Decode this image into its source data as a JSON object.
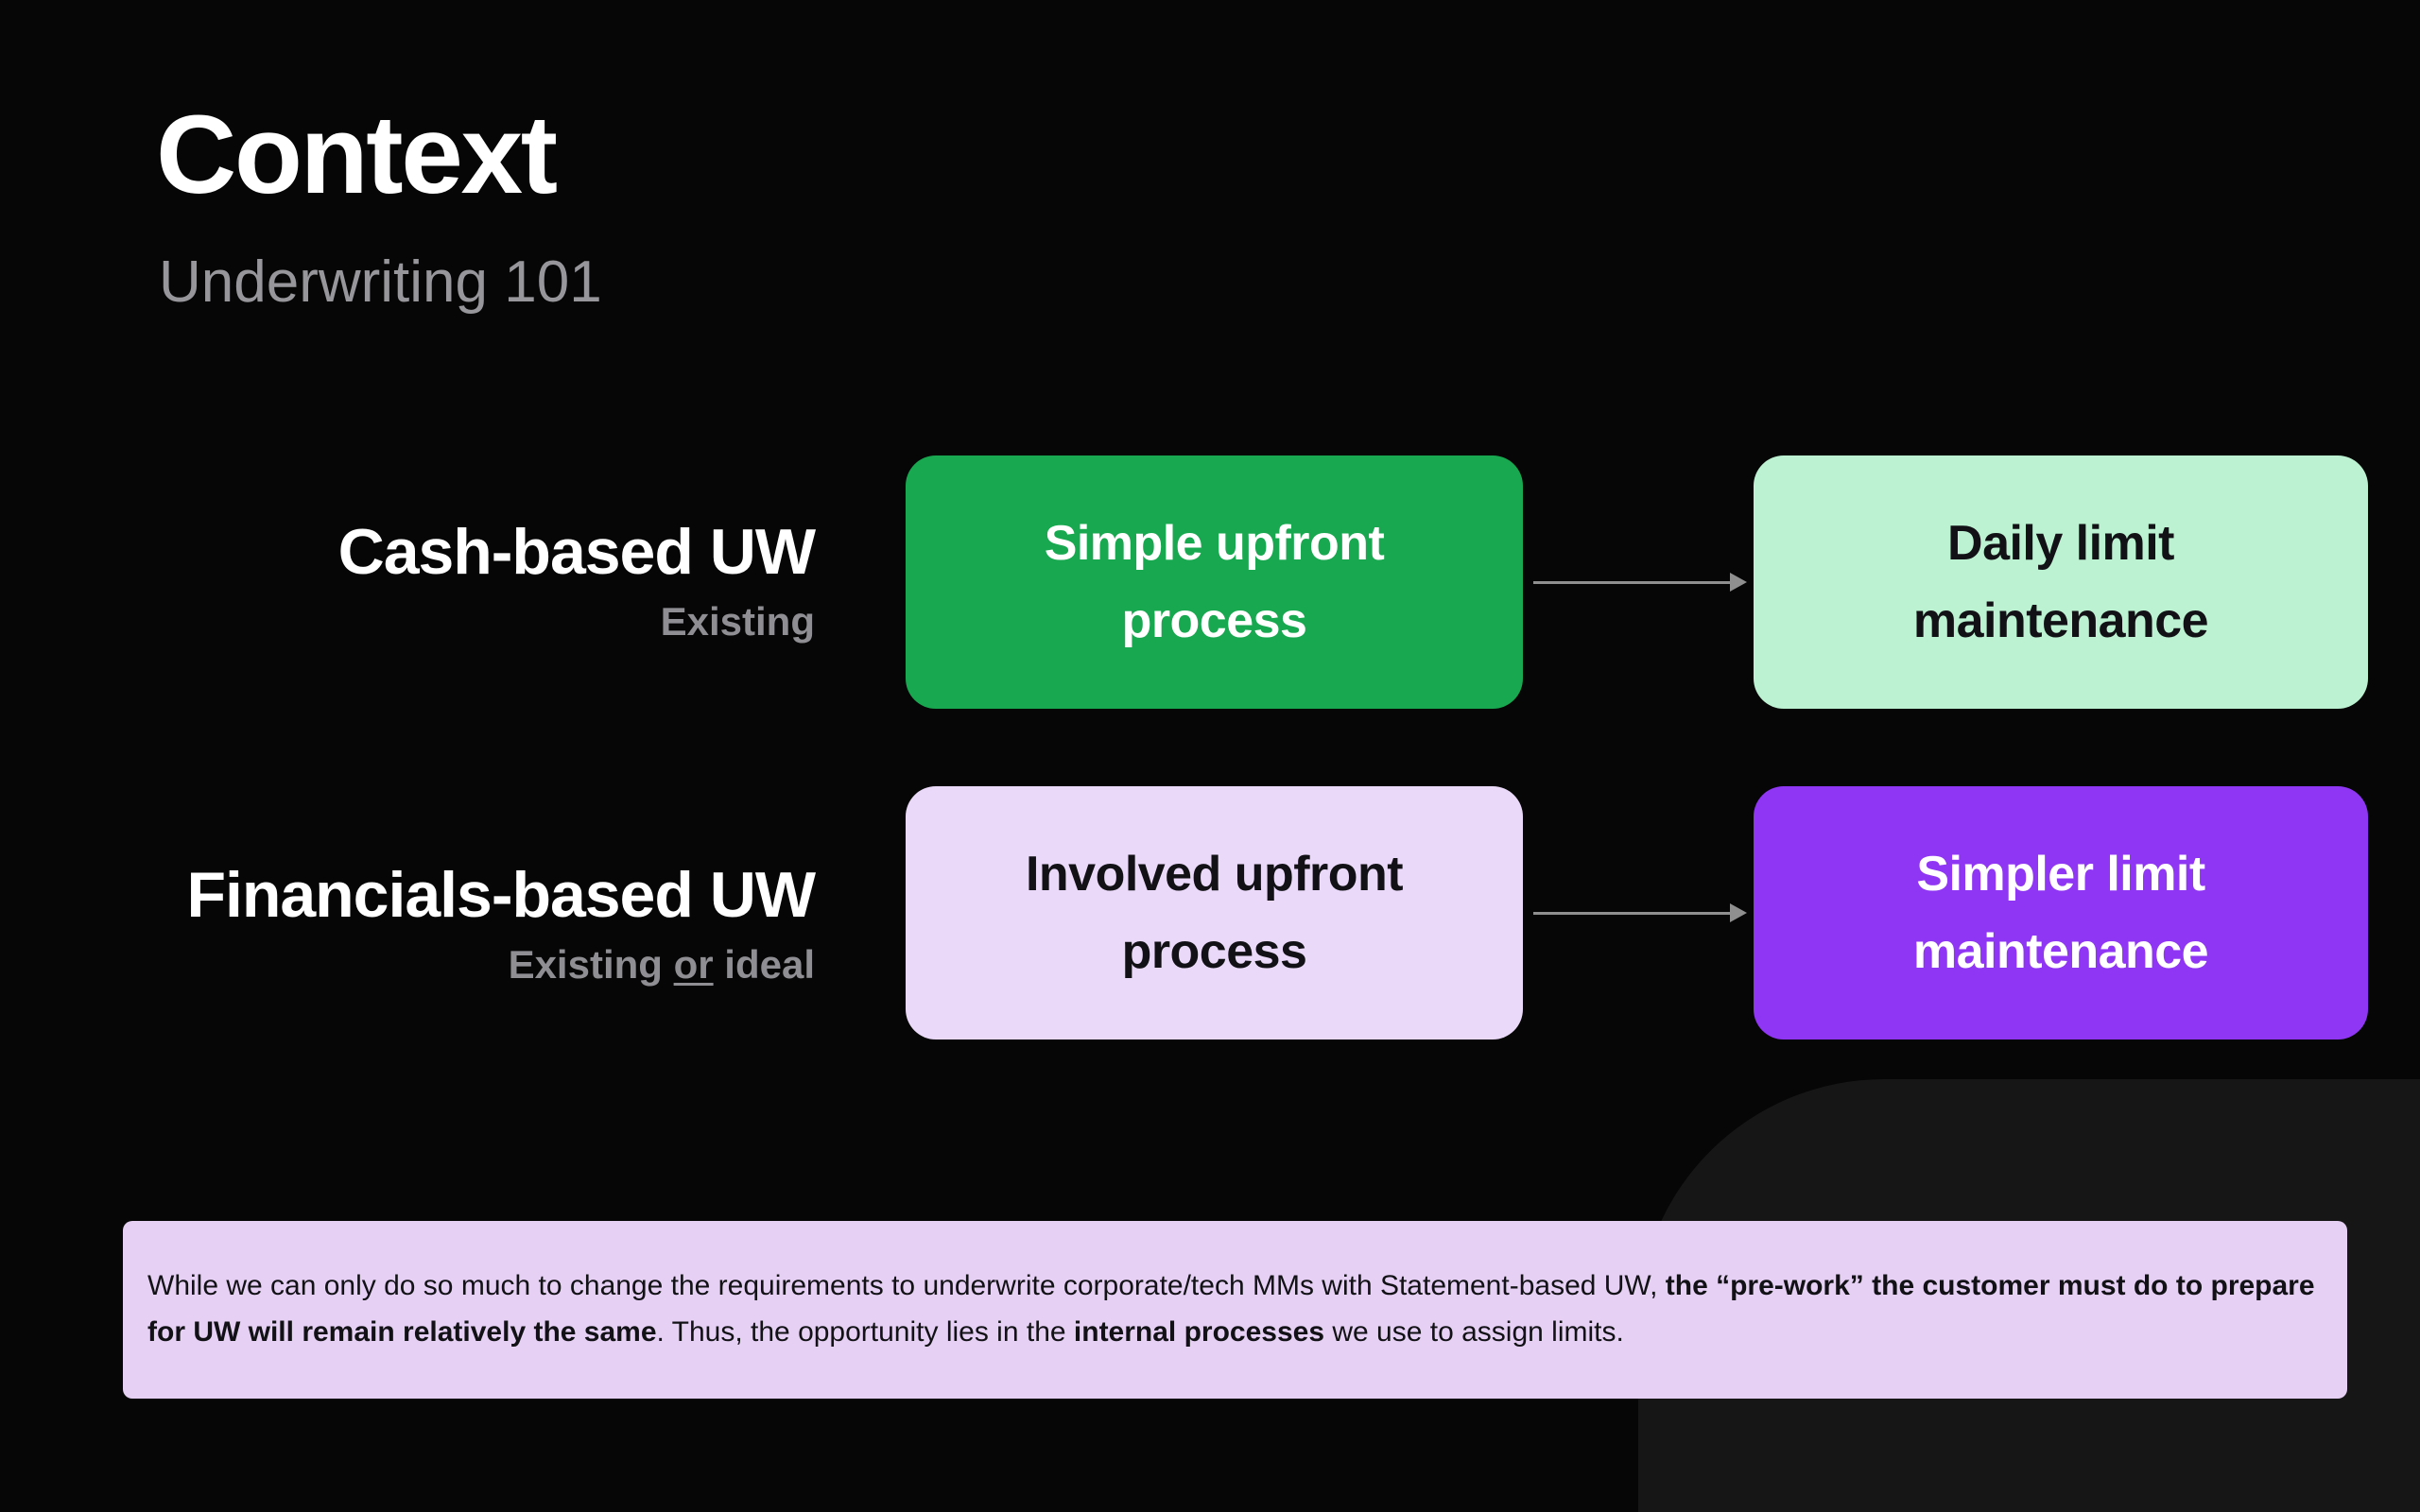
{
  "colors": {
    "bg": "#060606",
    "panel": "#161616",
    "title": "#ffffff",
    "subtitle": "#96969b",
    "muted": "#8e8e93",
    "green-strong": "#18a850",
    "green-light": "#bcf2d2",
    "purple-light": "#ead9f8",
    "purple-strong": "#8f36f4",
    "banner-bg": "#e6d0f4",
    "dark-text": "#121216",
    "arrow": "#8f8f8f"
  },
  "header": {
    "title": "Context",
    "subtitle": "Underwriting 101"
  },
  "diagram": {
    "rows": [
      {
        "label": "Cash-based UW",
        "sublabel": "Existing",
        "process_line1": "Simple upfront",
        "process_line2": "process",
        "outcome_line1": "Daily limit",
        "outcome_line2": "maintenance"
      },
      {
        "label": "Financials-based UW",
        "sublabel_pre": "Existing ",
        "sublabel_or": "or",
        "sublabel_post": " ideal",
        "process_line1": "Involved upfront",
        "process_line2": "process",
        "outcome_line1": "Simpler limit",
        "outcome_line2": "maintenance"
      }
    ]
  },
  "callout": {
    "text_1": "While we can only do so much to change the requirements to underwrite corporate/tech MMs with Statement-based UW, ",
    "bold_1": "the “pre-work” the customer must do to prepare for UW will remain relatively the same",
    "text_2": ". Thus, the opportunity lies in the ",
    "bold_2": "internal processes",
    "text_3": " we use to assign limits."
  }
}
